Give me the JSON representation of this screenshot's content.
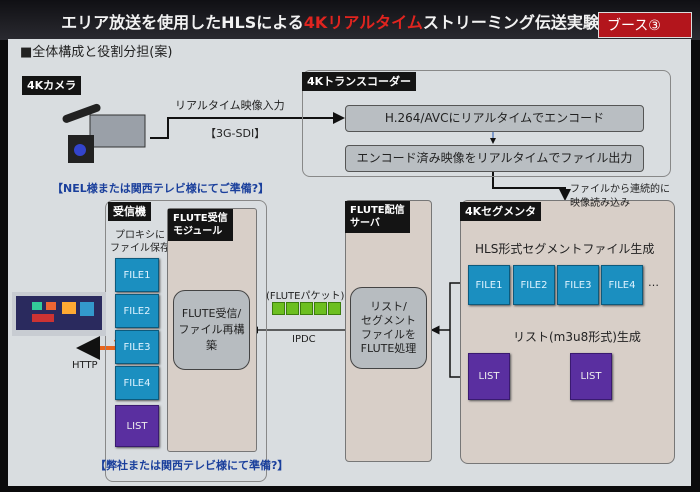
{
  "header": {
    "title_pre": "エリア放送を使用したHLSによる",
    "title_red": "4Kリアルタイム",
    "title_post": "ストリーミング伝送実験",
    "booth": "ブース③",
    "accent": "#e0241f"
  },
  "slide": {
    "heading": "■全体構成と役割分担(案)",
    "camera": {
      "label": "4Kカメラ",
      "input_label": "リアルタイム映像入力",
      "interface": "【3G-SDI】",
      "note": "【NEL様または関西テレビ様にてご準備?】"
    },
    "transcoder": {
      "label": "4Kトランスコーダー",
      "step1": "H.264/AVCにリアルタイムでエンコード",
      "step2": "エンコード済み映像をリアルタイムでファイル出力",
      "read_note_1": "ファイルから連続的に",
      "read_note_2": "映像読み込み"
    },
    "segmenter": {
      "label": "4Kセグメンタ",
      "segment_title": "HLS形式セグメントファイル生成",
      "files": [
        "FILE1",
        "FILE2",
        "FILE3",
        "FILE4"
      ],
      "ellipsis": "…",
      "list_title": "リスト(m3u8形式)生成",
      "lists": [
        "LIST",
        "LIST"
      ]
    },
    "flute_server": {
      "label_1": "FLUTE配信",
      "label_2": "サーバ",
      "process_1": "リスト/",
      "process_2": "セグメント",
      "process_3": "ファイルを",
      "process_4": "FLUTE処理"
    },
    "transport": {
      "packets_label": "(FLUTEパケット)",
      "ipdc": "IPDC",
      "packet_count": 5
    },
    "receiver": {
      "label": "受信機",
      "proxy_1": "プロキシに",
      "proxy_2": "ファイル保存",
      "files": [
        "FILE1",
        "FILE2",
        "FILE3",
        "FILE4"
      ],
      "list": "LIST",
      "module_label_1": "FLUTE受信",
      "module_label_2": "モジュール",
      "module_proc_1": "FLUTE受信/",
      "module_proc_2": "ファイル再構築",
      "note": "【弊社または関西テレビ様にて準備?】"
    },
    "client": {
      "http": "HTTP"
    }
  }
}
